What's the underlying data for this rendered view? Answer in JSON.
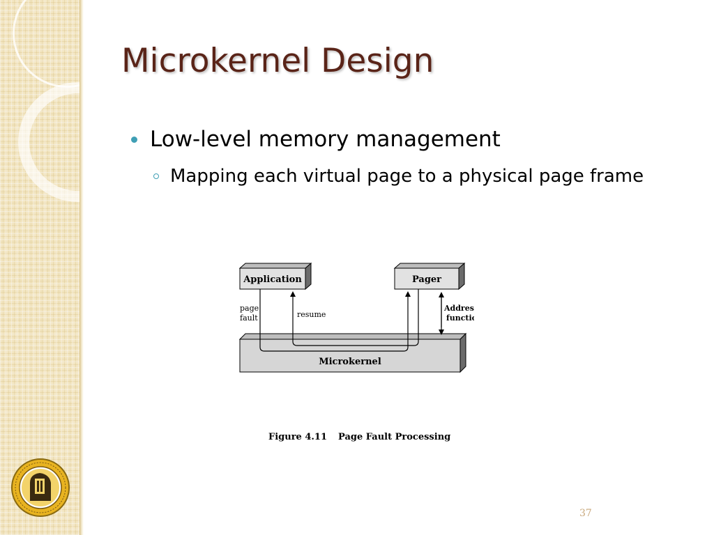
{
  "slide": {
    "title": "Microkernel Design",
    "bullet": "Low-level memory management",
    "sub_bullet": "Mapping each virtual page to a physical page frame",
    "page_number": "37"
  },
  "diagram": {
    "application_label": "Application",
    "pager_label": "Pager",
    "microkernel_label": "Microkernel",
    "page_fault_line1": "page",
    "page_fault_line2": "fault",
    "resume_label": "resume",
    "address_space_line1": "Address-space",
    "address_space_line2": "function call"
  },
  "caption": {
    "figure_number": "Figure 4.11",
    "figure_title": "Page Fault Processing"
  },
  "colors": {
    "title": "#5a2418",
    "bullet_accent": "#3f9fb5",
    "box_fill": "#e2e2e2",
    "box_dark": "#6b6b6b",
    "sidebar": "#f3e6c2",
    "page_number": "#c9a87c"
  }
}
